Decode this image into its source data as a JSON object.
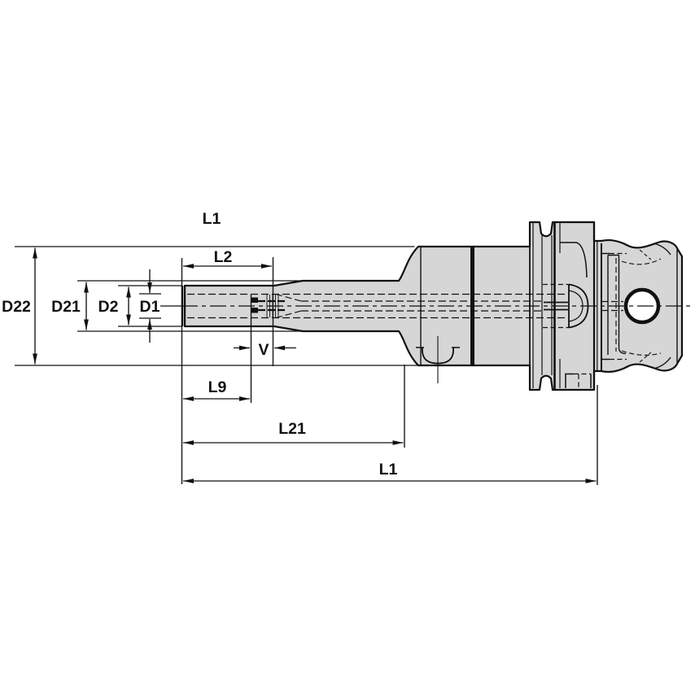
{
  "figure": {
    "type": "technical-line-drawing",
    "subject": "Tool holder (slim-nose chuck with HSK-style flange and taper), side section view"
  },
  "colors": {
    "background": "#ffffff",
    "part_fill": "#d6d6d6",
    "line": "#111111"
  },
  "labels": {
    "top_overall_length": "L1",
    "clamping_length": "L2",
    "body_diameter": "D22",
    "neck_diameter": "D21",
    "nose_diameter": "D2",
    "bore_diameter": "D1",
    "adjustment_range": "V",
    "nose_length": "L9",
    "projection_length": "L21",
    "overall_length": "L1"
  }
}
